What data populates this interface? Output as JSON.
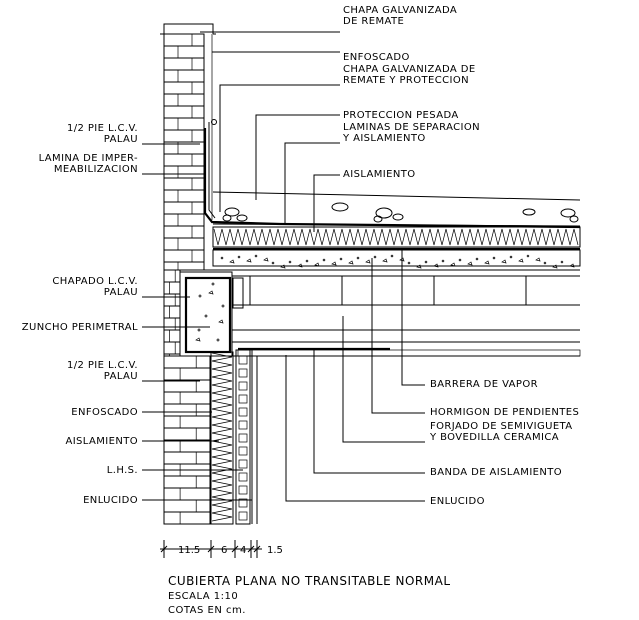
{
  "labels_right": [
    {
      "lines": [
        "CHAPA GALVANIZADA",
        "DE REMATE"
      ]
    },
    {
      "lines": [
        "ENFOSCADO"
      ]
    },
    {
      "lines": [
        "CHAPA GALVANIZADA DE",
        "REMATE Y PROTECCION"
      ]
    },
    {
      "lines": [
        "PROTECCION PESADA"
      ]
    },
    {
      "lines": [
        "LAMINAS DE SEPARACION",
        "Y AISLAMIENTO"
      ]
    },
    {
      "lines": [
        "AISLAMIENTO"
      ]
    },
    {
      "lines": [
        "BARRERA DE VAPOR"
      ]
    },
    {
      "lines": [
        "HORMIGON DE PENDIENTES"
      ]
    },
    {
      "lines": [
        "FORJADO DE SEMIVIGUETA",
        "Y BOVEDILLA CERAMICA"
      ]
    },
    {
      "lines": [
        "BANDA DE AISLAMIENTO"
      ]
    },
    {
      "lines": [
        "ENLUCIDO"
      ]
    }
  ],
  "labels_left": [
    {
      "lines": [
        "1/2 PIE L.C.V.",
        "PALAU"
      ]
    },
    {
      "lines": [
        "LAMINA DE IMPER-",
        "MEABILIZACION"
      ]
    },
    {
      "lines": [
        "CHAPADO L.C.V.",
        "PALAU"
      ]
    },
    {
      "lines": [
        "ZUNCHO PERIMETRAL"
      ]
    },
    {
      "lines": [
        "1/2 PIE L.C.V.",
        "PALAU"
      ]
    },
    {
      "lines": [
        "ENFOSCADO"
      ]
    },
    {
      "lines": [
        "AISLAMIENTO"
      ]
    },
    {
      "lines": [
        "L.H.S."
      ]
    },
    {
      "lines": [
        "ENLUCIDO"
      ]
    }
  ],
  "dimensions": [
    "11.5",
    "6",
    "4",
    "1.5"
  ],
  "title": "CUBIERTA PLANA NO TRANSITABLE NORMAL",
  "scale": "ESCALA 1:10",
  "units": "COTAS EN cm."
}
